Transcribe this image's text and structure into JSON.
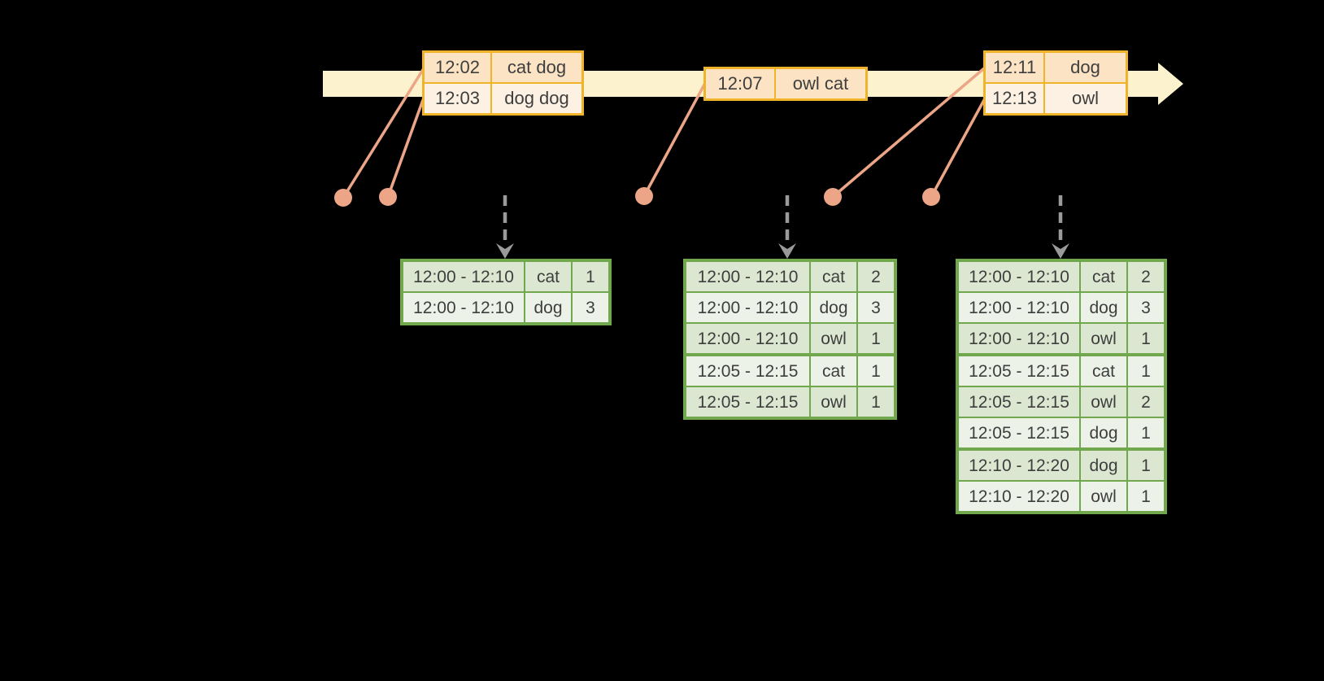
{
  "colors": {
    "background": "#000000",
    "axis_band": "#FCF3CE",
    "event_table_border": "#F0B42A",
    "event_row_dark": "#FBE3C4",
    "event_row_light": "#FCF1E2",
    "connector": "#ECA687",
    "result_table_border": "#72A84D",
    "result_row_dark": "#DBE7D0",
    "result_row_light": "#EDF2E8",
    "trigger_arrow": "#9A9A9A",
    "text": "#3E3E3E"
  },
  "event_tables": [
    {
      "id": "event-table-1",
      "rows": [
        {
          "time": "12:02",
          "words": "cat dog"
        },
        {
          "time": "12:03",
          "words": "dog dog"
        }
      ]
    },
    {
      "id": "event-table-2",
      "rows": [
        {
          "time": "12:07",
          "words": "owl cat"
        }
      ]
    },
    {
      "id": "event-table-3",
      "rows": [
        {
          "time": "12:11",
          "words": "dog"
        },
        {
          "time": "12:13",
          "words": "owl"
        }
      ]
    }
  ],
  "result_tables": [
    {
      "id": "result-table-1",
      "groups": [
        [
          {
            "window": "12:00 - 12:10",
            "word": "cat",
            "count": "1"
          },
          {
            "window": "12:00 - 12:10",
            "word": "dog",
            "count": "3"
          }
        ]
      ]
    },
    {
      "id": "result-table-2",
      "groups": [
        [
          {
            "window": "12:00 - 12:10",
            "word": "cat",
            "count": "2"
          },
          {
            "window": "12:00 - 12:10",
            "word": "dog",
            "count": "3"
          },
          {
            "window": "12:00 - 12:10",
            "word": "owl",
            "count": "1"
          }
        ],
        [
          {
            "window": "12:05 - 12:15",
            "word": "cat",
            "count": "1"
          },
          {
            "window": "12:05 - 12:15",
            "word": "owl",
            "count": "1"
          }
        ]
      ]
    },
    {
      "id": "result-table-3",
      "groups": [
        [
          {
            "window": "12:00 - 12:10",
            "word": "cat",
            "count": "2"
          },
          {
            "window": "12:00 - 12:10",
            "word": "dog",
            "count": "3"
          },
          {
            "window": "12:00 - 12:10",
            "word": "owl",
            "count": "1"
          }
        ],
        [
          {
            "window": "12:05 - 12:15",
            "word": "cat",
            "count": "1"
          },
          {
            "window": "12:05 - 12:15",
            "word": "owl",
            "count": "2"
          },
          {
            "window": "12:05 - 12:15",
            "word": "dog",
            "count": "1"
          }
        ],
        [
          {
            "window": "12:10 - 12:20",
            "word": "dog",
            "count": "1"
          },
          {
            "window": "12:10 - 12:20",
            "word": "owl",
            "count": "1"
          }
        ]
      ]
    }
  ]
}
